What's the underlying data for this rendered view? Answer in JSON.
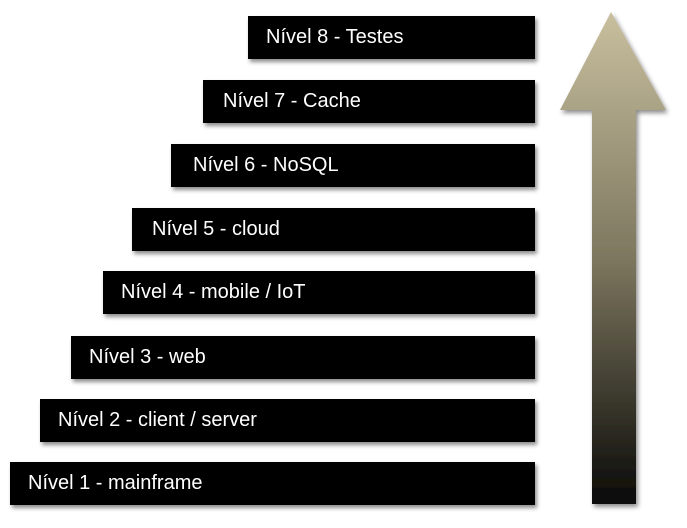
{
  "levels": [
    {
      "label": "Nível 1 - mainframe"
    },
    {
      "label": "Nível 2 - client / server"
    },
    {
      "label": "Nível 3 - web"
    },
    {
      "label": "Nível 4 - mobile / IoT"
    },
    {
      "label": "Nível 5 - cloud"
    },
    {
      "label": "Nível 6 - NoSQL"
    },
    {
      "label": "Nível 7 - Cache"
    },
    {
      "label": "Nível 8 - Testes"
    }
  ],
  "colors": {
    "step_background": "#000000",
    "step_text": "#ffffff",
    "arrow_top": "#c8bf9e",
    "arrow_bottom": "#0a0a08"
  },
  "arrow": {
    "direction": "up"
  }
}
